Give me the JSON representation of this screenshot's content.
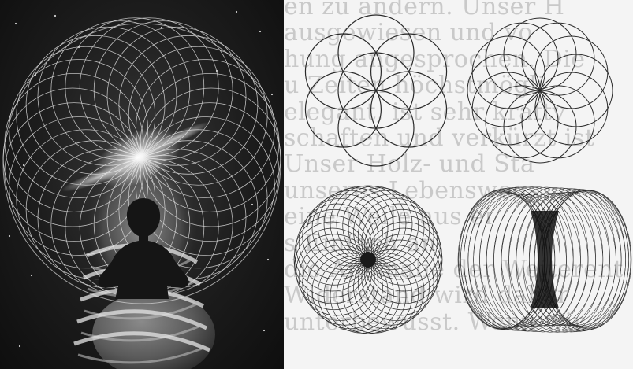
{
  "page": {
    "background_lines": [
      "en zu ändern. Unser H",
      "ausgewiesen und vo",
      "hung angesprochen. Die",
      "u Zeiten höchstmögli",
      "elegant, ist sehr kraftv",
      "schaften und verkürzt ist",
      "Unser Holz- und Sta",
      "unseres Lebenswegs",
      "eine Weile aus ei",
      "s Einfach an",
      "die Anomalie der Weiterent",
      "Widerstand wird daher",
      "unterbewusst. Wenn wir"
    ]
  },
  "colors": {
    "left_background": "#1c1c1c",
    "grid_lines": "#d8d8d8",
    "diagram_ink": "#2a2a2a",
    "page_paper": "#f4f4f4",
    "faded_text": "#c9c9c9"
  },
  "figures": [
    {
      "name": "seed-of-life",
      "circles": 7
    },
    {
      "name": "flower-of-life-rosette",
      "circles": 12
    },
    {
      "name": "torus-top-view",
      "circles": 36
    },
    {
      "name": "torus-side-view",
      "circles": 36
    }
  ]
}
